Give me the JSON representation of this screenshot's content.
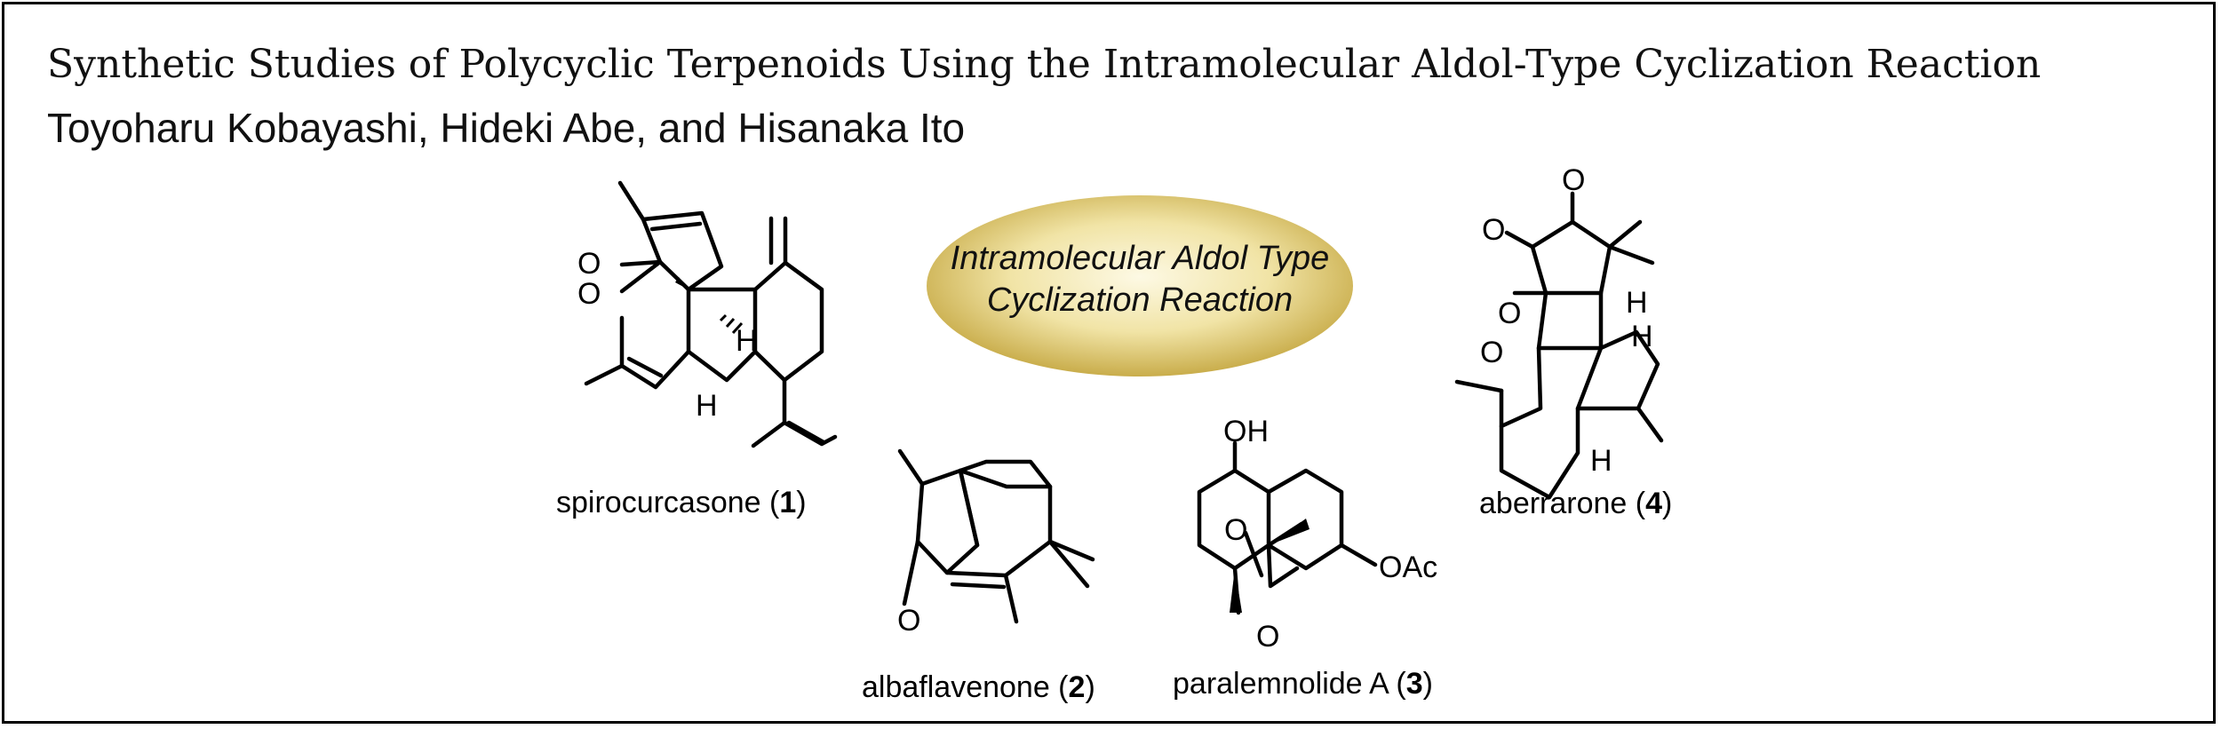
{
  "header": {
    "title": "Synthetic Studies of Polycyclic Terpenoids Using the Intramolecular Aldol-Type Cyclization Reaction",
    "authors": "Toyoharu Kobayashi, Hideki Abe, and Hisanaka Ito"
  },
  "oval": {
    "line1": "Intramolecular Aldol Type",
    "line2": "Cyclization Reaction"
  },
  "compounds": [
    {
      "name": "spirocurcasone (",
      "number": "1",
      "close": ")"
    },
    {
      "name": "albaflavenone (",
      "number": "2",
      "close": ")"
    },
    {
      "name": "paralemnolide A (",
      "number": "3",
      "close": ")"
    },
    {
      "name": "aberrarone (",
      "number": "4",
      "close": ")"
    }
  ],
  "atoms": {
    "oxygen": "O",
    "hydrogen": "H",
    "hydroxyl": "OH",
    "acetoxy": "OAc"
  },
  "colors": {
    "oval_center": "#fbf6d6",
    "oval_edge": "#cdb24e",
    "border": "#000000"
  }
}
